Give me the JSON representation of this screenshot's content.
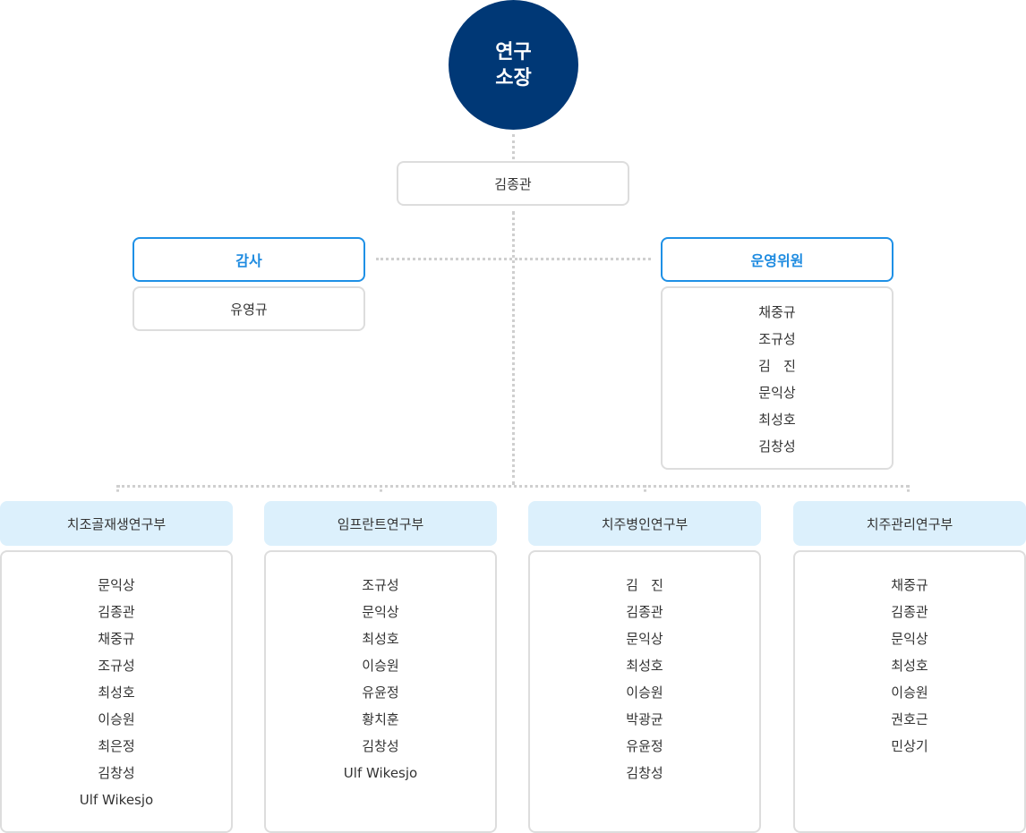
{
  "director": {
    "title_line1": "연구",
    "title_line2": "소장",
    "name": "김종관"
  },
  "auditor": {
    "title": "감사",
    "members": [
      "유영규"
    ]
  },
  "committee": {
    "title": "운영위원",
    "members": [
      "채중규",
      "조규성",
      "김   진",
      "문익상",
      "최성호",
      "김창성"
    ]
  },
  "departments": [
    {
      "name": "치조골재생연구부",
      "members": [
        "문익상",
        "김종관",
        "채중규",
        "조규성",
        "최성호",
        "이승원",
        "최은정",
        "김창성",
        "Ulf Wikesjo"
      ]
    },
    {
      "name": "임프란트연구부",
      "members": [
        "조규성",
        "문익상",
        "최성호",
        "이승원",
        "유윤정",
        "황치훈",
        "김창성",
        "Ulf Wikesjo"
      ]
    },
    {
      "name": "치주병인연구부",
      "members": [
        "김   진",
        "김종관",
        "문익상",
        "최성호",
        "이승원",
        "박광균",
        "유윤정",
        "김창성"
      ]
    },
    {
      "name": "치주관리연구부",
      "members": [
        "채중규",
        "김종관",
        "문익상",
        "최성호",
        "이승원",
        "권호근",
        "민상기"
      ]
    }
  ],
  "colors": {
    "director_bg": "#003876",
    "accent_blue": "#1e8be0",
    "dept_bg": "#dcf0fc",
    "border": "#dddddd",
    "connector": "#cfcfcf"
  }
}
